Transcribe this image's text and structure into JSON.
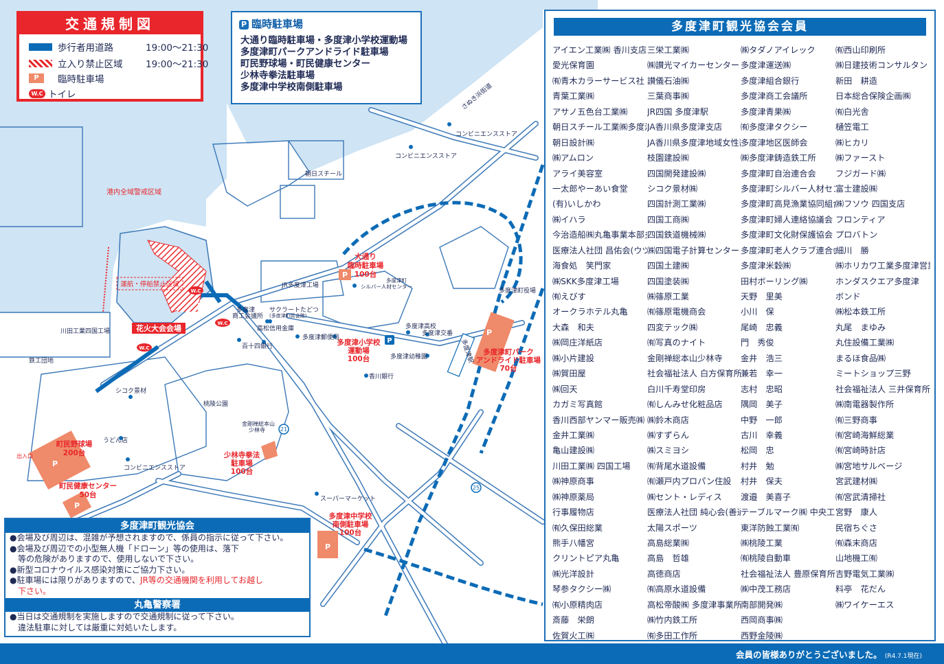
{
  "legend": {
    "title": "交通規制図",
    "pedestrian": "歩行者用道路",
    "pedestrian_time": "19:00〜21:30",
    "restricted": "立入り禁止区域",
    "restricted_time": "19:00〜21:30",
    "parking": "臨時駐車場",
    "toilet": "トイレ",
    "parking_symbol": "P",
    "toilet_symbol": "W.C"
  },
  "temp_parking": {
    "title": "臨時駐車場",
    "items": [
      "大通り臨時駐車場・多度津小学校運動場",
      "多度津町パークアンドライド駐車場",
      "町民野球場・町民健康センター",
      "少林寺拳法駐車場",
      "多度津中学校南側駐車場"
    ]
  },
  "members": {
    "title": "多度津町観光協会会員",
    "columns": [
      [
        "アイエン工業㈱ 香川支店",
        "愛光保育園",
        "㈲青木カラーサービス社",
        "青葉工業㈱",
        "アサノ五色台工業㈱",
        "朝日スチール工業㈱多度津工場",
        "朝日設計㈱",
        "㈱アムロン",
        "アライ美容室",
        "一太郎やーあい食堂",
        "(有)いしかわ",
        "㈱イハラ",
        "今治造船㈱丸亀事業本部多度津事業所",
        "医療法人社団 昌佑会(ウツミ整形外科医院)",
        "海食処　笑門家",
        "㈱SKK多度津工場",
        "㈲えびす",
        "オークラホテル丸亀",
        "大森　和夫",
        "㈱岡庄洋紙店",
        "㈱小片建設",
        "㈱賀田屋",
        "㈱回天",
        "カガミ写真館",
        "香川西部ヤンマー販売㈱",
        "金井工業㈱",
        "亀山建設㈱",
        "川田工業㈱ 四国工場",
        "㈱神原商事",
        "㈱神原薬局",
        "行事履物店",
        "㈲久保田総業",
        "熊手八幡宮",
        "クリントピア丸亀",
        "㈱光洋設計",
        "琴参タクシー㈱",
        "㈲小原精肉店",
        "斎藤　栄朗",
        "佐賀火工㈱"
      ],
      [
        "三栄工業㈱",
        "㈱讃光マイカーセンター",
        "讃儀石油㈱",
        "三葉商事㈱",
        "JR四国 多度津駅",
        "JA香川県多度津支店",
        "JA香川県多度津地域女性部",
        "枝園建設㈱",
        "四国開発建設㈱",
        "シコク景材㈱",
        "四国計測工業㈱",
        "四国工商㈱",
        "四国鉄道機械㈱",
        "㈱四国電子計算センター",
        "四国土建㈱",
        "四国塗装㈱",
        "㈱篠原工業",
        "㈲篠原電機商会",
        "四変テック㈱",
        "㈲写真のナイト",
        "金剛禅総本山少林寺",
        "社会福祉法人 白方保育所",
        "白川千寿堂印房",
        "㈲しんみせ化粧品店",
        "㈱鈴木商店",
        "㈱すずらん",
        "㈱スミヨシ",
        "㈲背尾水道設備",
        "㈲瀬戸内プロパン住設",
        "㈱セント・レディス",
        "医療法人社団 純心会(善通寺前田病院)",
        "太陽スポーツ",
        "高島総業㈱",
        "高島　哲雄",
        "高徳商店",
        "㈲高原水道設備",
        "高松帝酸㈱ 多度津事業所",
        "㈱竹内鉄工所",
        "㈲多田工作所"
      ],
      [
        "㈱タダノアイレック",
        "多度津運送㈱",
        "多度津組合銀行",
        "多度津商工会議所",
        "多度津青果㈱",
        "㈲多度津タクシー",
        "多度津地区医師会",
        "㈱多度津鋳造鉄工所",
        "多度津町自治連合会",
        "多度津町シルバー人材センター",
        "多度津町高見漁業協同組合",
        "多度津町婦人連絡協議会",
        "多度津町文化財保護協会",
        "多度津町老人クラブ連合会",
        "多度津米穀㈱",
        "田村ボーリング㈱",
        "天野　里美",
        "小川　保",
        "尾崎　忠義",
        "門　秀俊",
        "金井　浩三",
        "兼若　幸一",
        "志村　忠昭",
        "隅岡　美子",
        "中野　一郎",
        "古川　幸義",
        "松岡　忠",
        "村井　勉",
        "村井　保夫",
        "渡邉　美喜子",
        "テーブルマーク㈱ 中央工場",
        "東洋防蝕工業㈲",
        "㈱桃陵工業",
        "㈲桃陵自動車",
        "社会福祉法人 豊原保育所",
        "㈱中茂工務店",
        "南部開発㈱",
        "西岡商事㈱",
        "西野金陵㈱"
      ],
      [
        "㈲西山印刷所",
        "㈱日建技術コンサルタント 四国支社",
        "新田　耕造",
        "日本総合保険企画㈱",
        "㈲白光舎",
        "樋笠電工",
        "㈱ヒカリ",
        "㈱ファースト",
        "フジガード㈱",
        "富士建設㈱",
        "㈱フソウ 四国支店",
        "フロンティア",
        "プロバトン",
        "細川　勝",
        "㈱ホリカワ工業多度津営業所",
        "ホンダスクエア多度津",
        "ボンド",
        "㈱松本鉄工所",
        "丸尾　まゆみ",
        "丸住設備工業㈱",
        "まるほ食品㈱",
        "ミートショップ三野",
        "社会福祉法人 三井保育所",
        "㈱南電器製作所",
        "㈲三野商事",
        "㈲宮崎海鮮総業",
        "㈲宮崎時計店",
        "㈱宮地サルベージ",
        "宮武建材㈱",
        "㈲宮武清掃社",
        "宮野　康人",
        "民宿ちぐさ",
        "㈲森末商店",
        "山地機工㈲",
        "吉野電気工業㈱",
        "料亭　花だん",
        "㈱ワイケーエス"
      ]
    ],
    "footer": "会員の皆様ありがとうございました。",
    "footer_date": "(R4.7.1現在)"
  },
  "notices": {
    "assoc_title": "多度津町観光協会",
    "assoc_lines": [
      "●会場及び周辺は、混雑が予想されますので、係員の指示に従って下さい。",
      "●会場及び周辺での小型無人機「ドローン」等の使用は、落下",
      "　等の危険がありますので、使用しないで下さい。",
      "●新型コロナウイルス感染対策にご協力下さい。"
    ],
    "parking_line_a": "●駐車場には限りがありますので、",
    "parking_line_red": "JR等の交通機関を利用してお越し",
    "parking_line_red2": "下さい。",
    "police_title": "丸亀警察署",
    "police_lines": [
      "●当日は交通規制を実施しますので交通規制に従って下さい。",
      "　違法駐車に対しては厳重に対処いたします。"
    ]
  },
  "map_labels": {
    "harbor_warning": "港内全域警戒区域",
    "no_navigation": "運航・停船禁止区域",
    "venue": "花火大会会場",
    "sanuki_road": "さぬき浜街道",
    "conbini1": "コンビニエンスストア",
    "conbini2": "コンビニエンスストア",
    "conbini3": "コンビニエンスストア",
    "asahi_steel": "朝日スチール",
    "jr_factory": "JR多度津工場",
    "kawada": "川田工業四国工場",
    "tekko": "鉄工団地",
    "shikoku_keizai": "シコク景材",
    "udon": "うどん店",
    "odori_park1": "大通り",
    "odori_park2": "臨時駐車場",
    "odori_park3": "100台",
    "silver": "多度津町",
    "silver2": "シルバー人材センター",
    "school_park1": "多度津小学校",
    "school_park2": "運動場",
    "school_park3": "100台",
    "pr_park1": "多度津町パーク",
    "pr_park2": "アンドライド駐車場",
    "pr_park3": "70台",
    "station": "多度津駅",
    "town_office": "多度津町役場",
    "high_school": "多度津高校",
    "koutsuu": "多度津交番",
    "kindergarten": "多度津幼稚園",
    "kagawa_bank": "香川銀行",
    "post_office": "多度津郵便局",
    "shokokai1": "多度津",
    "shokokai2": "商工会議所",
    "sakura": "サクラートたどつ",
    "sakura2": "(多度津町民会館)",
    "takamatsu_bank": "高松信用金庫",
    "hyakujushi": "百十四銀行",
    "tōryo_park": "桃陵公園",
    "kongo": "金剛禅総本山",
    "kongo2": "少林寺",
    "shorinji_park1": "少林寺拳法",
    "shorinji_park2": "駐車場",
    "shorinji_park3": "100台",
    "baseball1": "町民野球場",
    "baseball2": "200台",
    "health1": "町民健康センター",
    "health2": "50台",
    "entrance": "出入口",
    "supermarket": "スーパーマーケット",
    "jhs_park1": "多度津中学校",
    "jhs_park2": "南側駐車場",
    "jhs_park3": "100台",
    "route21": "21",
    "route25": "25",
    "conbini4": "コンビニエンスストア"
  },
  "colors": {
    "blue": "#0c6bb6",
    "red": "#e8262b",
    "orange": "#ef8a6a",
    "sea": "#cfe4f4",
    "road": "#8fb3d6"
  }
}
